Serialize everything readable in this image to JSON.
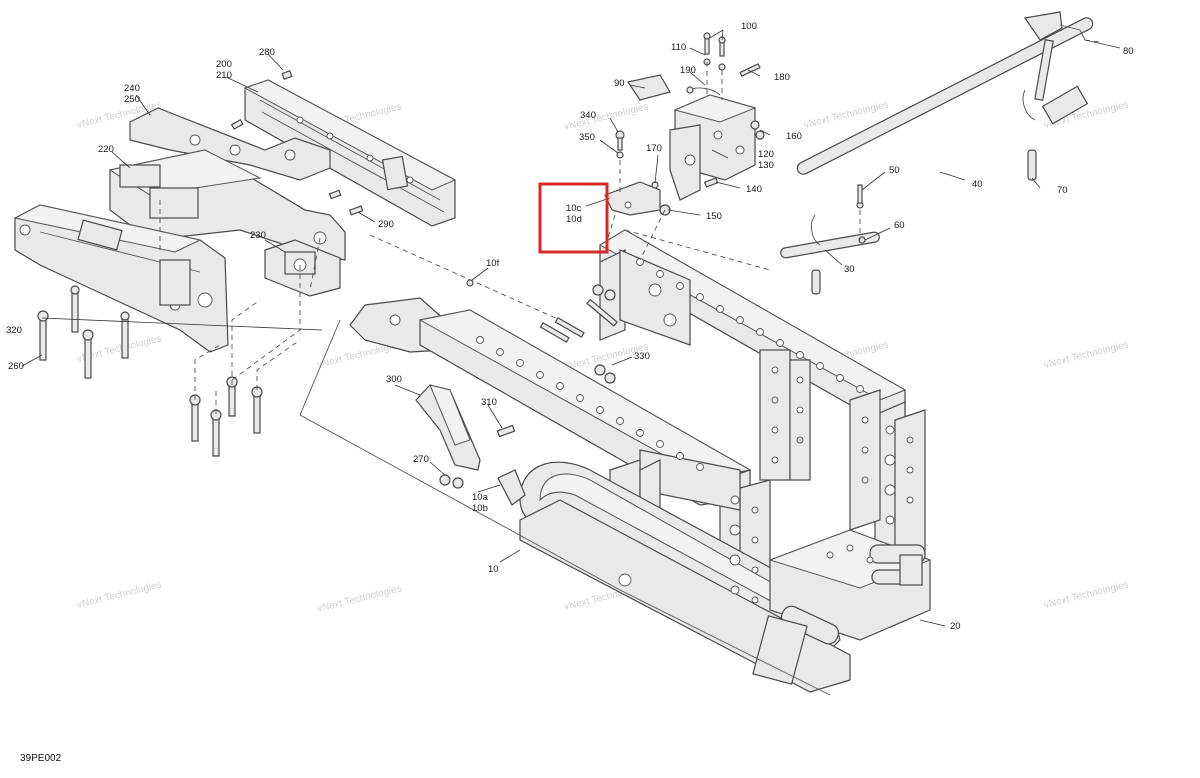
{
  "diagram": {
    "code": "39PE002",
    "watermark_text": "vNext Technologies",
    "highlight_color": "#d62a2a",
    "callouts": {
      "c10": "10",
      "c10a": "10a",
      "c10b": "10b",
      "c10c": "10c",
      "c10d": "10d",
      "c10f": "10f",
      "c20": "20",
      "c30": "30",
      "c40": "40",
      "c50": "50",
      "c60": "60",
      "c70": "70",
      "c80": "80",
      "c90": "90",
      "c100": "100",
      "c110": "110",
      "c120": "120",
      "c130": "130",
      "c140": "140",
      "c150": "150",
      "c160": "160",
      "c170": "170",
      "c180": "180",
      "c190": "190",
      "c200": "200",
      "c210": "210",
      "c220": "220",
      "c230": "230",
      "c240": "240",
      "c250": "250",
      "c260": "260",
      "c270": "270",
      "c280": "280",
      "c290": "290",
      "c300": "300",
      "c310": "310",
      "c320": "320",
      "c330": "330",
      "c340": "340",
      "c350": "350"
    }
  }
}
